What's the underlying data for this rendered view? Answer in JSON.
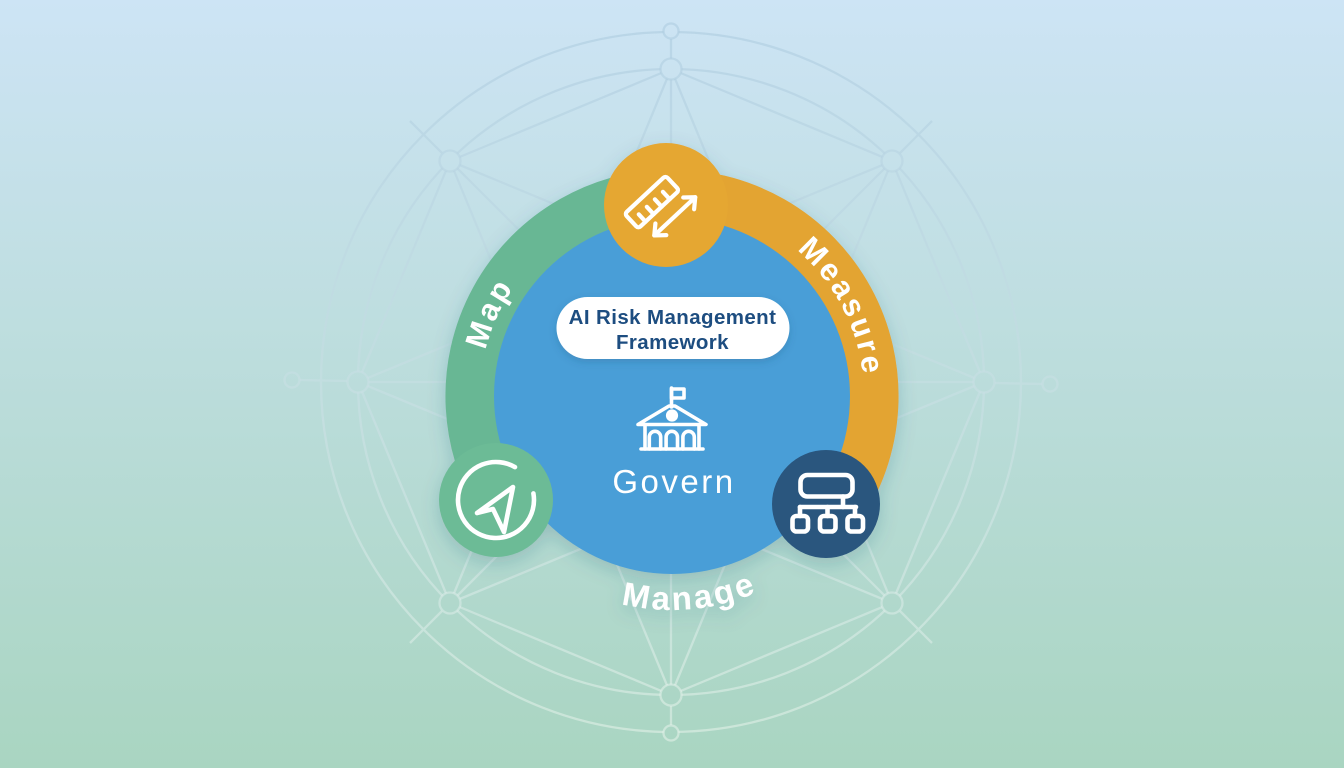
{
  "diagram": {
    "pill": {
      "line1": "AI Risk Management",
      "line2": "Framework"
    },
    "center": {
      "label": "Govern",
      "icon": "government-building-icon"
    },
    "segments": {
      "map": {
        "label": "Map",
        "icon": "send-paper-plane-icon"
      },
      "measure": {
        "label": "Measure",
        "icon": "ruler-icon"
      },
      "manage": {
        "label": "Manage",
        "icon": "org-chart-icon"
      }
    }
  },
  "colors": {
    "background_top": "#cde4f5",
    "background_bottom": "#a9d5c1",
    "pattern_line_top": "#a9c9de",
    "pattern_line_bottom": "#eaf6ec",
    "center_circle": "#4a9ed7",
    "map_green": "#68b794",
    "map_node_green": "#6cbb96",
    "measure_orange": "#e3a430",
    "measure_node_orange": "#e5a732",
    "manage_blue": "#2f6190",
    "manage_node_blue": "#29567e",
    "pill_background": "#ffffff",
    "pill_text": "#1d4d80",
    "label_text": "#ffffff",
    "icon_stroke": "#ffffff"
  }
}
